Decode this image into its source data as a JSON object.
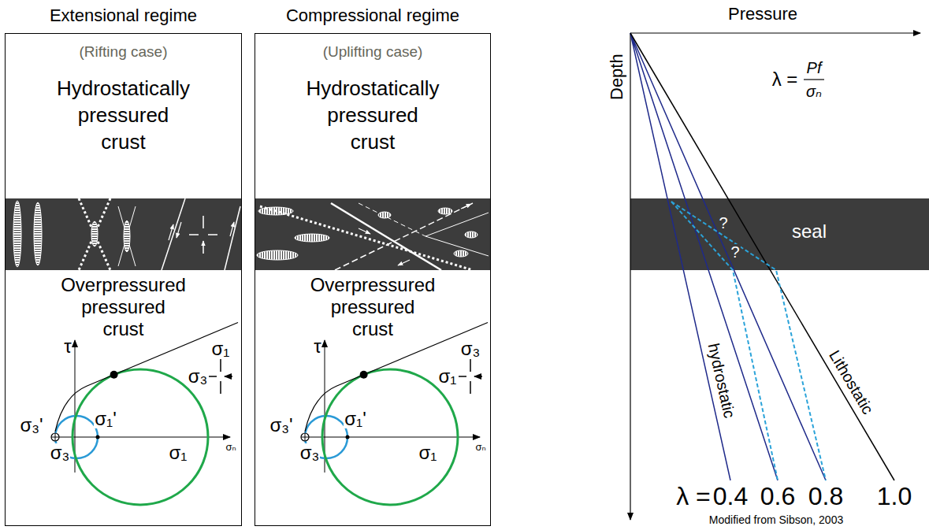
{
  "diagram": {
    "nodes": [
      {
        "text": [
          "Extensional regime",
          "(Rifting case)",
          "Hydrostatically pressured crust",
          "Overpressured pressured crust"
        ]
      },
      {
        "text": [
          "Compressional regime",
          "(Uplifting case)",
          "Hydrostatically pressured crust",
          "Overpressured pressured crust"
        ]
      },
      {
        "text": [
          "seal"
        ]
      }
    ],
    "labels": [
      "Pressure",
      "Depth",
      "λ =",
      "Pf",
      "σₙ",
      "?",
      "?",
      "hydrostatic",
      "Lithostatic",
      "λ =",
      "0.4",
      "0.6",
      "0.8",
      "1.0",
      "Modified from Sibson, 2003",
      "τ",
      "σ₃'",
      "σ₁'",
      "σ₃",
      "σ₁",
      "σₙ",
      "σ₁",
      "σ₃",
      "τ",
      "σ₃'",
      "σ₁'",
      "σ₃",
      "σ₁",
      "σₙ",
      "σ₃",
      "σ₁"
    ]
  }
}
